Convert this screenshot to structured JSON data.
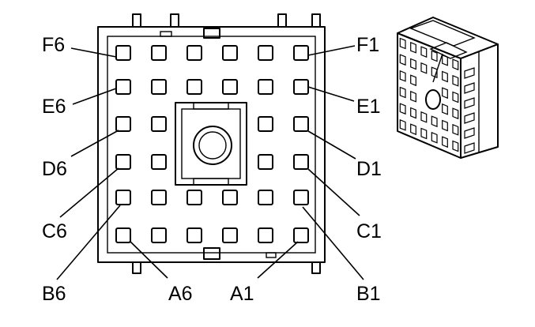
{
  "diagram": {
    "colors": {
      "ink": "#000000",
      "background": "#ffffff"
    },
    "connector_face": {
      "pin_rows": [
        "F",
        "E",
        "D",
        "C",
        "B",
        "A"
      ],
      "pin_cols": [
        6,
        5,
        4,
        3,
        2,
        1
      ]
    },
    "callouts": [
      {
        "id": "F6",
        "label": "F6"
      },
      {
        "id": "F1",
        "label": "F1"
      },
      {
        "id": "E6",
        "label": "E6"
      },
      {
        "id": "E1",
        "label": "E1"
      },
      {
        "id": "D6",
        "label": "D6"
      },
      {
        "id": "D1",
        "label": "D1"
      },
      {
        "id": "C6",
        "label": "C6"
      },
      {
        "id": "C1",
        "label": "C1"
      },
      {
        "id": "B6",
        "label": "B6"
      },
      {
        "id": "A6",
        "label": "A6"
      },
      {
        "id": "A1",
        "label": "A1"
      },
      {
        "id": "B1",
        "label": "B1"
      }
    ],
    "inset": {
      "icon": "connector-3d-view-icon"
    }
  }
}
